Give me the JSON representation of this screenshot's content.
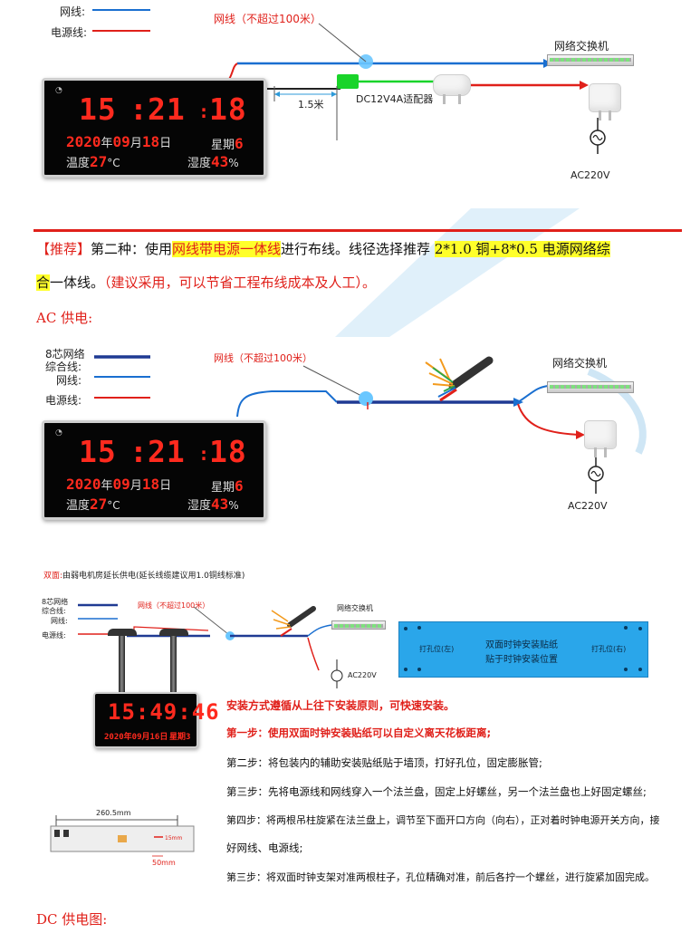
{
  "diagram1": {
    "legend_network": "网线:",
    "legend_power": "电源线:",
    "network_note": "网线（不超过100米）",
    "switch_label": "网络交换机",
    "adapter_label": "DC12V4A适配器",
    "length_label": "1.5米",
    "ac_label": "AC220V"
  },
  "clock1": {
    "time_h": "15",
    "time_m": "21",
    "time_s": "18",
    "date_year": "2020",
    "date_month": "09",
    "date_day": "18",
    "unit_year": "年",
    "unit_month": "月",
    "unit_day": "日",
    "weekday_label": "星期",
    "weekday": "6",
    "temp_label": "温度",
    "temp_value": "27",
    "temp_unit": "°C",
    "humidity_label": "湿度",
    "humidity_value": "43",
    "humidity_unit": "%"
  },
  "recommend": {
    "tag": "【推荐】",
    "p1": "第二种：使用",
    "hl1": "网线带电源一体线",
    "p2": "进行布线。线径选择推荐",
    "hl2a": "2*1.0 铜+8*0.5 电源网络综",
    "hl2b": "合",
    "p3": "一体线。",
    "note": "（建议采用，可以节省工程布线成本及人工）。"
  },
  "ac_heading": "AC 供电:",
  "diagram2": {
    "legend_combo_1": "8芯网络",
    "legend_combo_2": "综合线:",
    "legend_network": "网线:",
    "legend_power": "电源线:",
    "network_note": "网线（不超过100米）",
    "switch_label": "网络交换机",
    "ac_label": "AC220V"
  },
  "section3": {
    "title_prefix": "双面:",
    "title_rest": "由弱电机房延长供电(延长线缆建议用1.0铜线标准)",
    "legend_combo_1": "8芯网络",
    "legend_combo_2": "综合线:",
    "legend_network": "网线:",
    "legend_power": "电源线:",
    "network_note": "网线（不超过100米）",
    "switch_label": "网络交换机",
    "ac_label": "AC220V",
    "sticker_left": "打孔位(左)",
    "sticker_right": "打孔位(右)",
    "sticker_title_1": "双面时钟安装贴纸",
    "sticker_title_2": "贴于时钟安装位置",
    "clock_time": "15:49:46",
    "clock_date": "2020年09月16日",
    "clock_week": "星期3",
    "dim_width": "260.5mm",
    "dim_offset": "50mm",
    "dim_small": "15mm"
  },
  "steps": {
    "intro": "安装方式遵循从上往下安装原则，可快速安装。",
    "s1": "第一步：使用双面时钟安装贴纸可以自定义离天花板距离;",
    "s2": "第二步：将包装内的辅助安装贴纸贴于墙顶，打好孔位，固定膨胀管;",
    "s3": "第三步：先将电源线和网线穿入一个法兰盘，固定上好螺丝，另一个法兰盘也上好固定螺丝;",
    "s4a": "第四步：将两根吊柱旋紧在法兰盘上，调节至下面开口方向（向右），正对着时钟电源开关方向，接",
    "s4b": "好网线、电源线;",
    "s5": "第三步：将双面时钟支架对准两根柱子，孔位精确对准，前后各拧一个螺丝，进行旋紧加固完成。"
  },
  "dc_heading": "DC 供电图:",
  "colors": {
    "network_line": "#1a6fd0",
    "power_line": "#e0201a",
    "combo_line": "#1f3a93",
    "accent_red": "#e0201a",
    "highlight": "#ffff2a",
    "led": "#ff2a1e"
  }
}
